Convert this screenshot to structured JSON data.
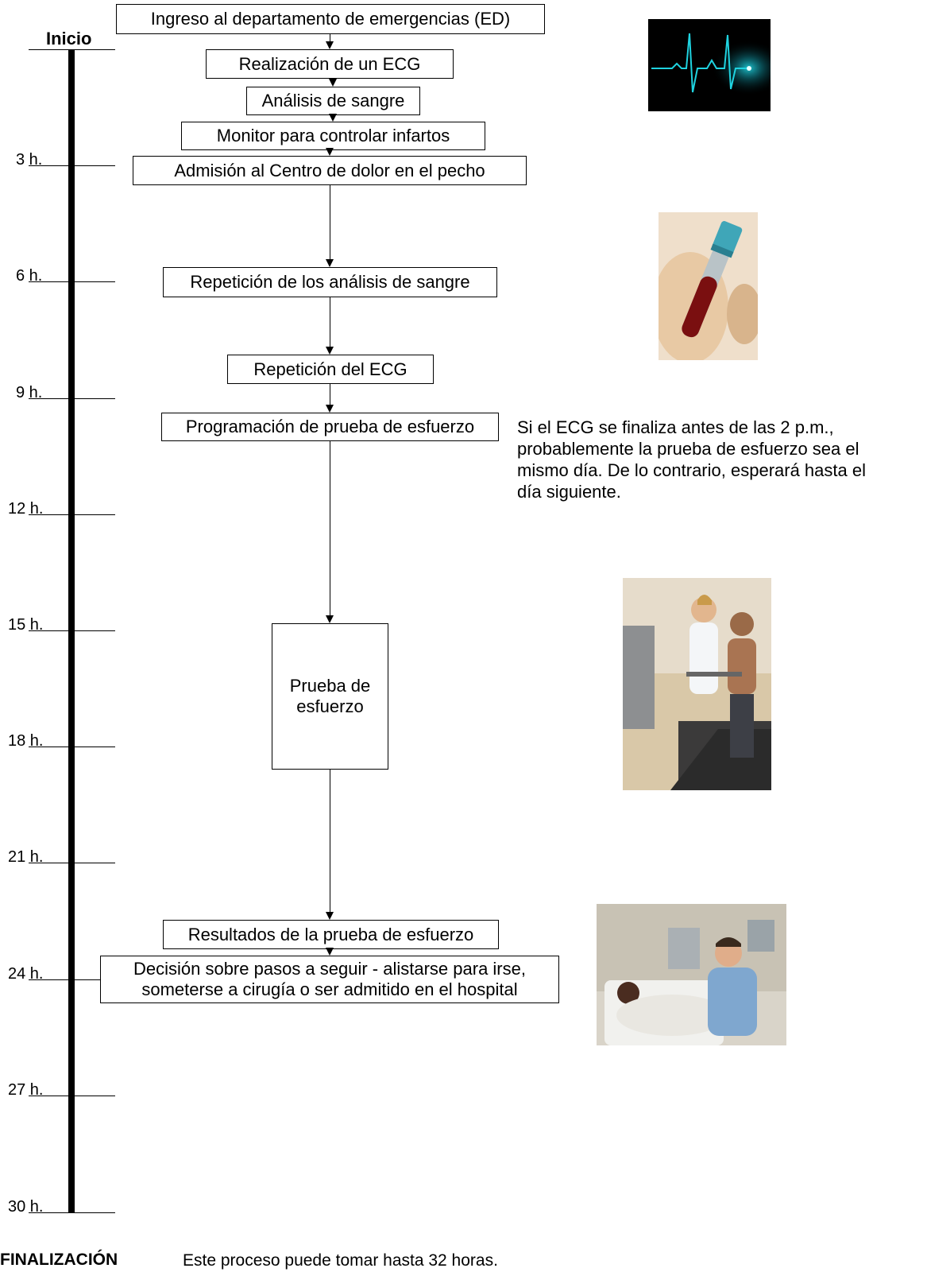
{
  "timeline": {
    "start_label": "Inicio",
    "end_label": "FINALIZACIÓN",
    "ticks": [
      "3 h.",
      "6 h.",
      "9 h.",
      "12 h.",
      "15 h.",
      "18 h.",
      "21 h.",
      "24 h.",
      "27 h.",
      "30 h."
    ]
  },
  "steps": {
    "ed_admission": "Ingreso al departamento de emergencias (ED)",
    "ecg": "Realización de un ECG",
    "blood_test": "Análisis de sangre",
    "monitor": "Monitor para controlar infartos",
    "chest_pain_center": "Admisión al Centro de dolor en el pecho",
    "repeat_blood": "Repetición de los análisis de sangre",
    "repeat_ecg": "Repetición del ECG",
    "schedule_stress": "Programación de prueba de esfuerzo",
    "stress_test_line1": "Prueba de",
    "stress_test_line2": "esfuerzo",
    "stress_results": "Resultados de la prueba de esfuerzo",
    "decision_line1": "Decisión sobre  pasos a seguir - alistarse para irse,",
    "decision_line2": "someterse a cirugía o ser admitido en el hospital"
  },
  "notes": {
    "stress_note_line1": "Si el ECG se finaliza antes de las 2 p.m.,",
    "stress_note_line2": "probablemente la prueba de esfuerzo sea el",
    "stress_note_line3": "mismo día. De lo contrario, esperará hasta el",
    "stress_note_line4": "día siguiente.",
    "duration_note": "Este proceso puede tomar hasta 32 horas."
  },
  "images": {
    "ekg": "ekg-heartbeat-image",
    "blood_tube": "blood-tube-image",
    "treadmill": "treadmill-test-photo",
    "hospital_bed": "hospital-bed-photo"
  },
  "colors": {
    "ekg_glow": "#1fd3e0",
    "blood": "#7a0f10"
  }
}
